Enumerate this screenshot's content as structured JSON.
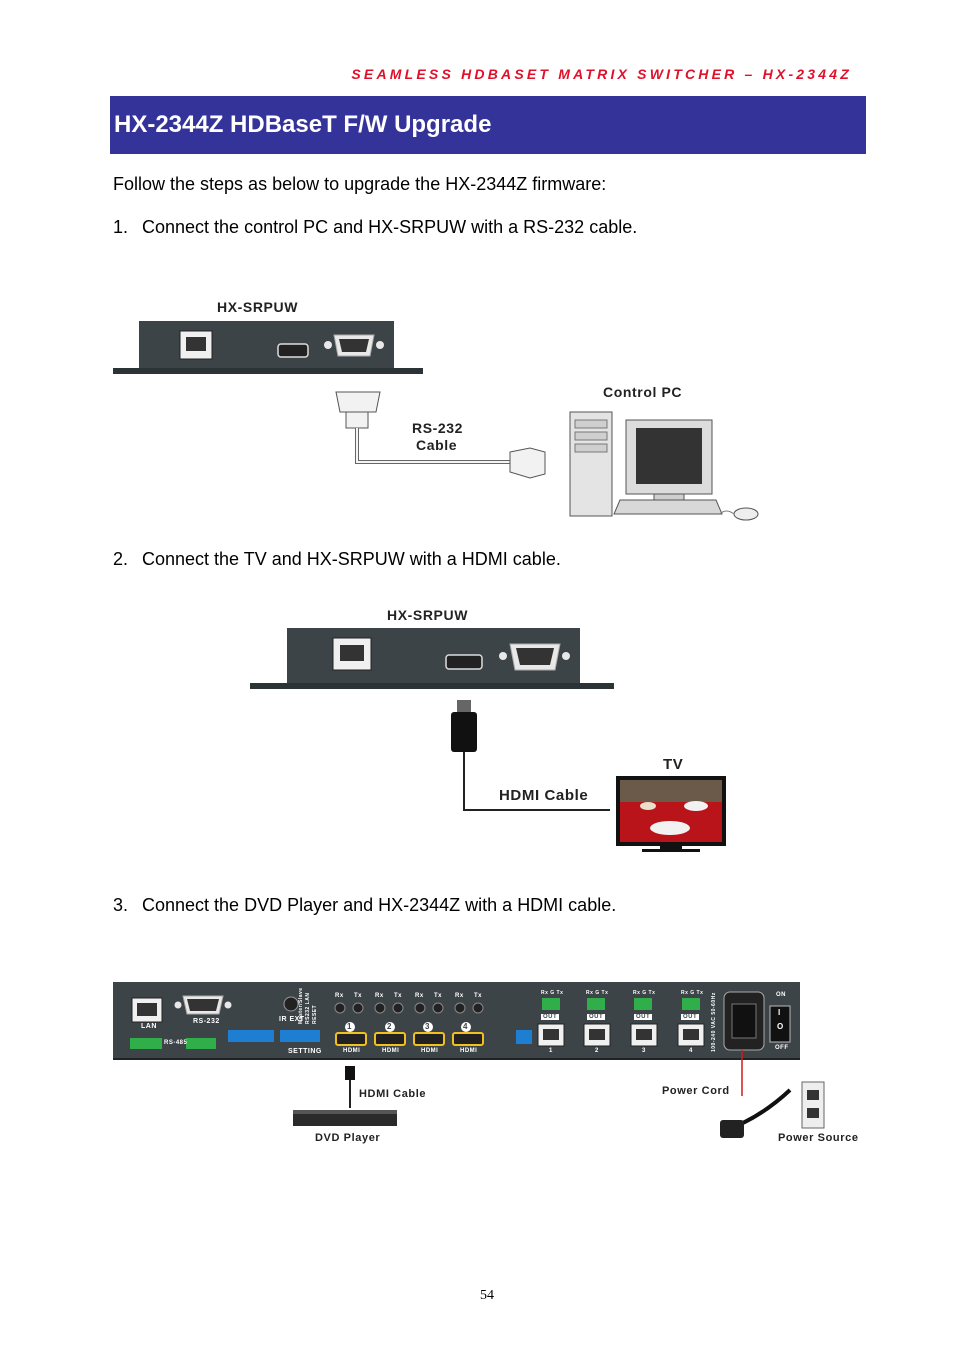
{
  "header": {
    "running_title": "SEAMLESS HDBASET MATRIX SWITCHER – HX-2344Z"
  },
  "section": {
    "title": "HX-2344Z HDBaseT F/W Upgrade"
  },
  "intro": "Follow the steps as below to upgrade the HX-2344Z firmware:",
  "steps": [
    {
      "number": "1.",
      "text": "Connect the control PC and HX-SRPUW with a RS-232 cable."
    },
    {
      "number": "2.",
      "text": "Connect the TV and HX-SRPUW with a HDMI cable."
    },
    {
      "number": "3.",
      "text": "Connect the DVD Player and HX-2344Z with a HDMI cable."
    }
  ],
  "figure1": {
    "device": "HX-SRPUW",
    "cable_line1": "RS-232",
    "cable_line2": "Cable",
    "pc": "Control PC"
  },
  "figure2": {
    "device": "HX-SRPUW",
    "cable": "HDMI Cable",
    "tv": "TV"
  },
  "figure3": {
    "lan": "LAN",
    "rs232": "RS-232",
    "rs485": "RS-485",
    "ir_ext": "IR EXT",
    "setting": "SETTING",
    "hdmi_port": "HDMI",
    "port_numbers": [
      "1",
      "2",
      "3",
      "4"
    ],
    "rx": "Rx",
    "tx": "Tx",
    "rxgtx": "Rx G Tx",
    "out": "OUT",
    "dip_labels": [
      "Master/Slave",
      "RS232 LAN",
      "RESET"
    ],
    "voltage": "100-240 VAC 50-60Hz",
    "on": "ON",
    "off": "OFF",
    "switch_on": "I",
    "switch_off": "O",
    "cable": "HDMI Cable",
    "dvd": "DVD Player",
    "power_cord": "Power Cord",
    "power_source": "Power Source"
  },
  "footer": {
    "page_number": "54"
  },
  "colors": {
    "header_red": "#e0102a",
    "title_blue": "#343399",
    "device_gray": "#3c4448"
  }
}
